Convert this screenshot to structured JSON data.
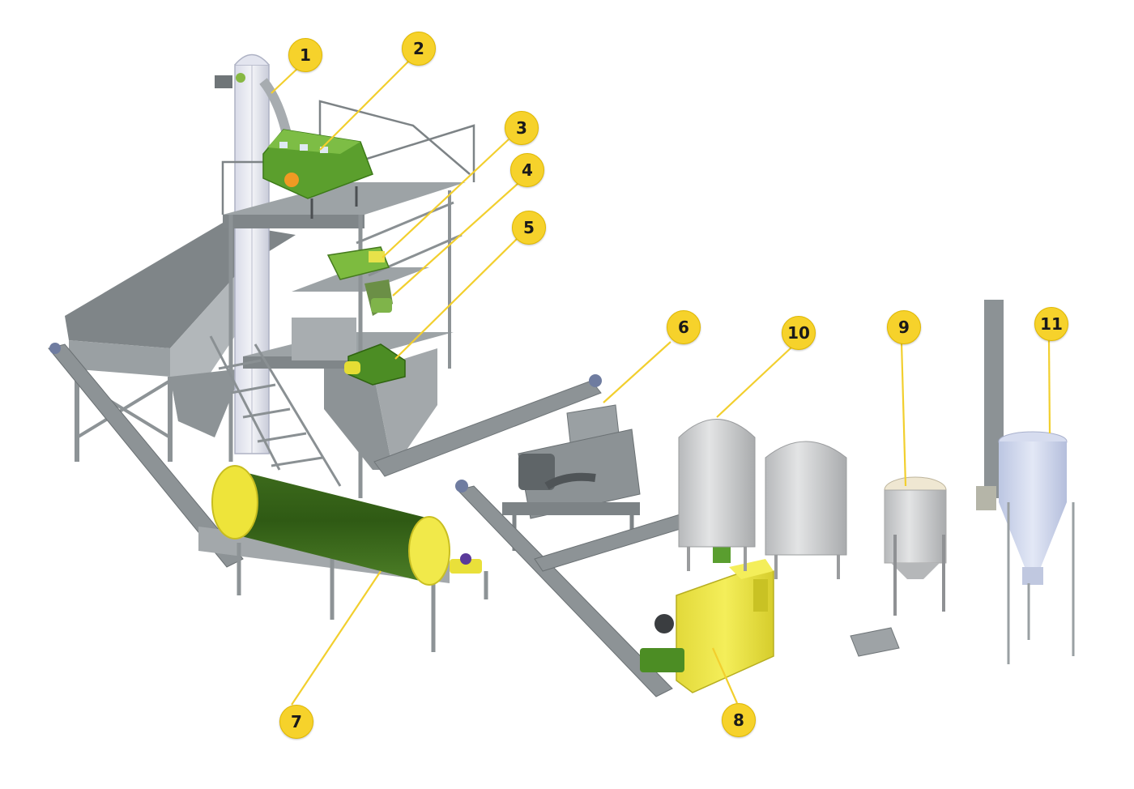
{
  "colors": {
    "callout_fill": "#f6d22b",
    "callout_line": "#f2cf2e",
    "steel": "#9aa0a3",
    "steel_dark": "#7d8386",
    "machine_green": "#5a9e2f",
    "drum_green": "#3f6a1e",
    "accent_yellow": "#f1e94a",
    "tank_grey": "#cfd0d1",
    "cyclone_blue": "#c8d2ea"
  },
  "callouts": [
    {
      "id": "1",
      "label": "1",
      "depicts": "bucket-elevator"
    },
    {
      "id": "2",
      "label": "2",
      "depicts": "cleaning-sieve"
    },
    {
      "id": "3",
      "label": "3",
      "depicts": "magnetic-separator"
    },
    {
      "id": "4",
      "label": "4",
      "depicts": "hopper"
    },
    {
      "id": "5",
      "label": "5",
      "depicts": "crusher"
    },
    {
      "id": "6",
      "label": "6",
      "depicts": "extruder"
    },
    {
      "id": "7",
      "label": "7",
      "depicts": "rotary-drum"
    },
    {
      "id": "8",
      "label": "8",
      "depicts": "oil-press"
    },
    {
      "id": "9",
      "label": "9",
      "depicts": "filter-tank"
    },
    {
      "id": "10",
      "label": "10",
      "depicts": "storage-tank"
    },
    {
      "id": "11",
      "label": "11",
      "depicts": "cyclone"
    }
  ]
}
